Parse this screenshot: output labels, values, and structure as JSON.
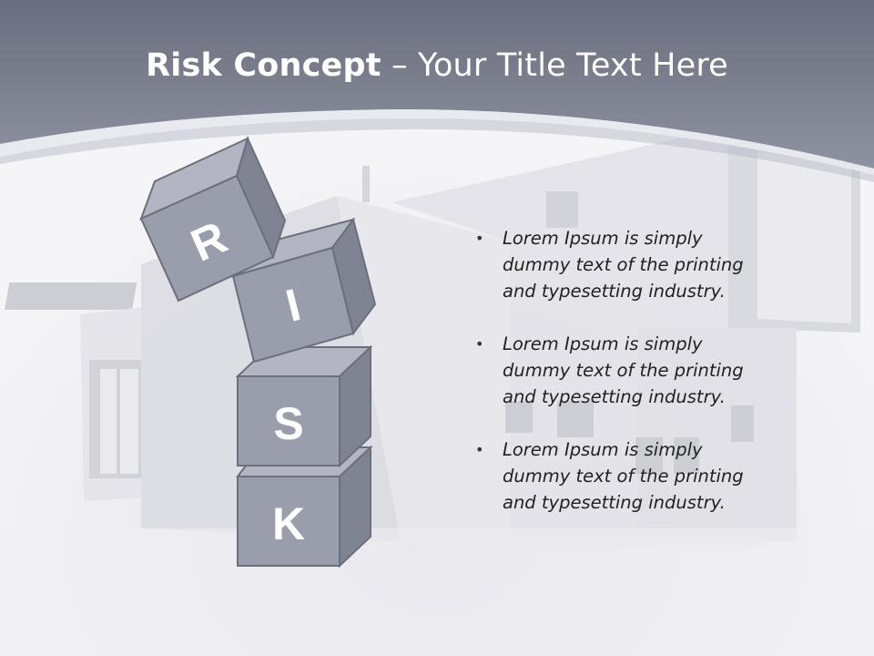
{
  "slide": {
    "title_bold": "Risk Concept",
    "title_rest": "– Your Title Text Here"
  },
  "blocks": {
    "letters": [
      "R",
      "I",
      "S",
      "K"
    ]
  },
  "content": {
    "bullets": [
      "Lorem Ipsum is simply dummy text of the printing and typesetting industry.",
      "Lorem Ipsum is simply dummy text of the printing and typesetting industry.",
      "Lorem Ipsum is simply dummy text of the printing and typesetting industry."
    ]
  },
  "colors": {
    "header": "#7c8090",
    "block_front": "#9a9dab",
    "block_top": "#b3b6c2",
    "block_side": "#808391",
    "block_edge": "#6c6f7c"
  }
}
